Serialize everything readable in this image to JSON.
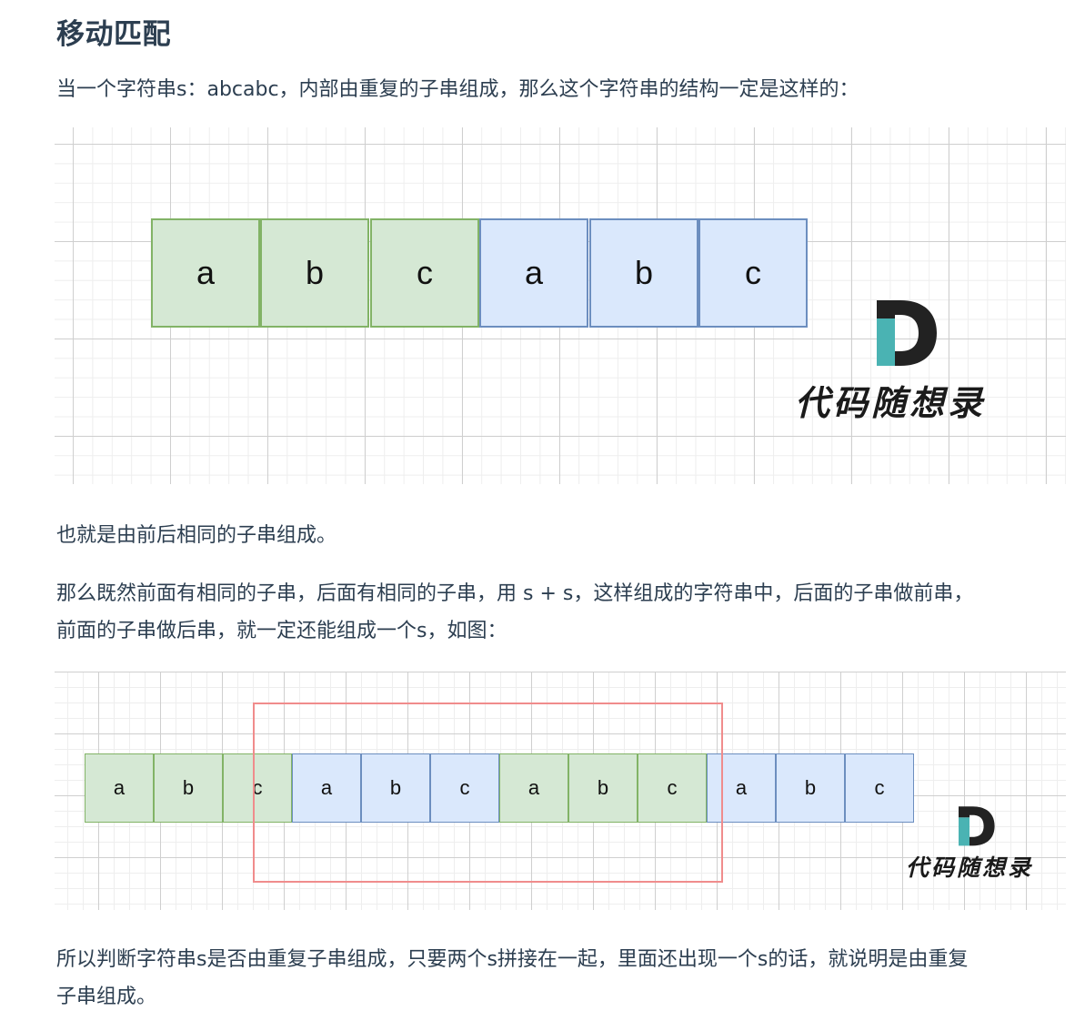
{
  "heading": "移动匹配",
  "paragraphs": {
    "p1": "当一个字符串s：abcabc，内部由重复的子串组成，那么这个字符串的结构一定是这样的：",
    "p2": "也就是由前后相同的子串组成。",
    "p3_line1": "那么既然前面有相同的子串，后面有相同的子串，用 s + s，这样组成的字符串中，后面的子串做前串，",
    "p3_line2": "前面的子串做后串，就一定还能组成一个s，如图：",
    "p4_line1": "所以判断字符串s是否由重复子串组成，只要两个s拼接在一起，里面还出现一个s的话，就说明是由重复",
    "p4_line2": "子串组成。"
  },
  "figure1": {
    "cells": [
      "a",
      "b",
      "c",
      "a",
      "b",
      "c"
    ],
    "logo_text": "代码随想录"
  },
  "figure2": {
    "cells": [
      "a",
      "b",
      "c",
      "a",
      "b",
      "c",
      "a",
      "b",
      "c",
      "a",
      "b",
      "c"
    ],
    "logo_text": "代码随想录"
  },
  "colors": {
    "green_fill": "#d5e8d4",
    "green_border": "#82b366",
    "blue_fill": "#dae8fc",
    "blue_border": "#6c8ebf",
    "frame_red": "#f08c8c",
    "logo_teal": "#4ab3b3",
    "logo_dark": "#222222"
  }
}
